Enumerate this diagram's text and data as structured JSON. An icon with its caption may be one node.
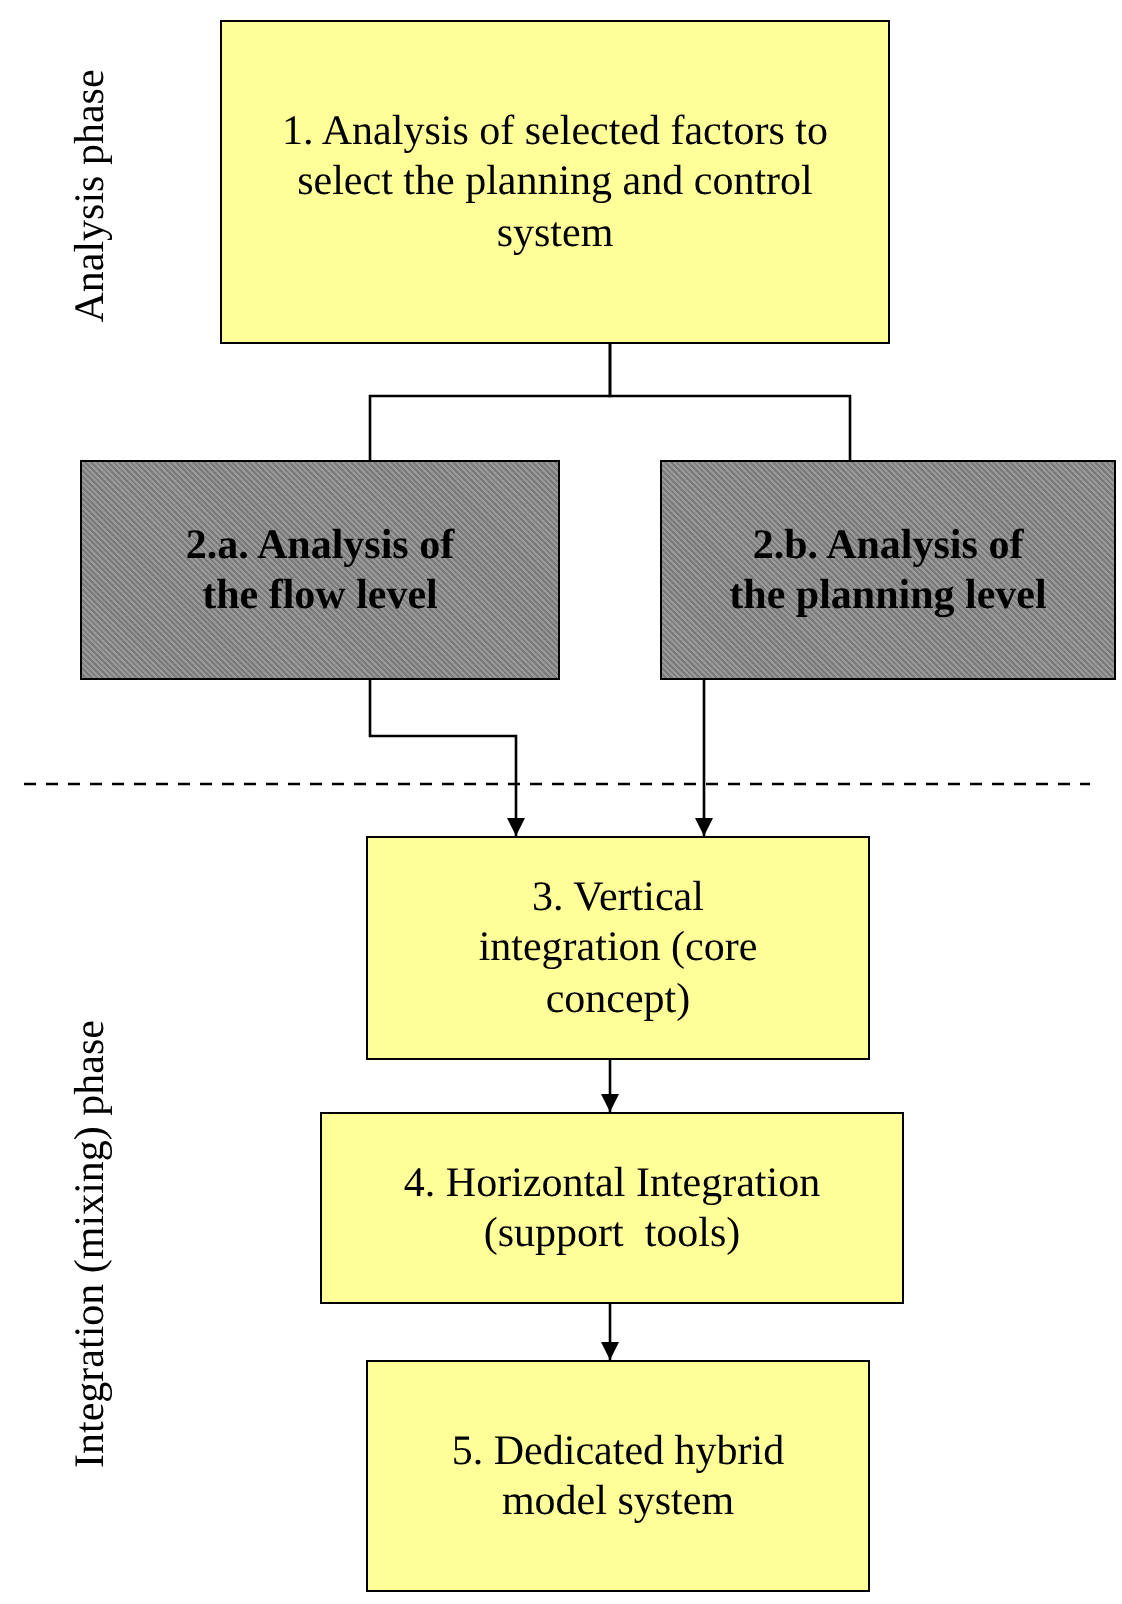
{
  "diagram": {
    "nodes": [
      {
        "text": [
          "1. Analysis of selected factors to select the planning and control system"
        ]
      },
      {
        "text": [
          "2.a. Analysis of the flow level"
        ]
      },
      {
        "text": [
          "2.b. Analysis of the planning level"
        ]
      },
      {
        "text": [
          "3. Vertical integration (core concept)"
        ]
      },
      {
        "text": [
          "4. Horizontal Integration (support  tools)"
        ]
      },
      {
        "text": [
          "5. Dedicated hybrid model system"
        ]
      }
    ],
    "edges": [
      {
        "from": 0,
        "to": 1,
        "arrow": "none"
      },
      {
        "from": 0,
        "to": 2,
        "arrow": "none"
      },
      {
        "from": 1,
        "to": 3,
        "arrow": "to"
      },
      {
        "from": 2,
        "to": 3,
        "arrow": "to"
      },
      {
        "from": 3,
        "to": 4,
        "arrow": "to"
      },
      {
        "from": 4,
        "to": 5,
        "arrow": "to"
      }
    ],
    "labels": [
      "Analysis phase",
      "Integration (mixing) phase"
    ]
  }
}
